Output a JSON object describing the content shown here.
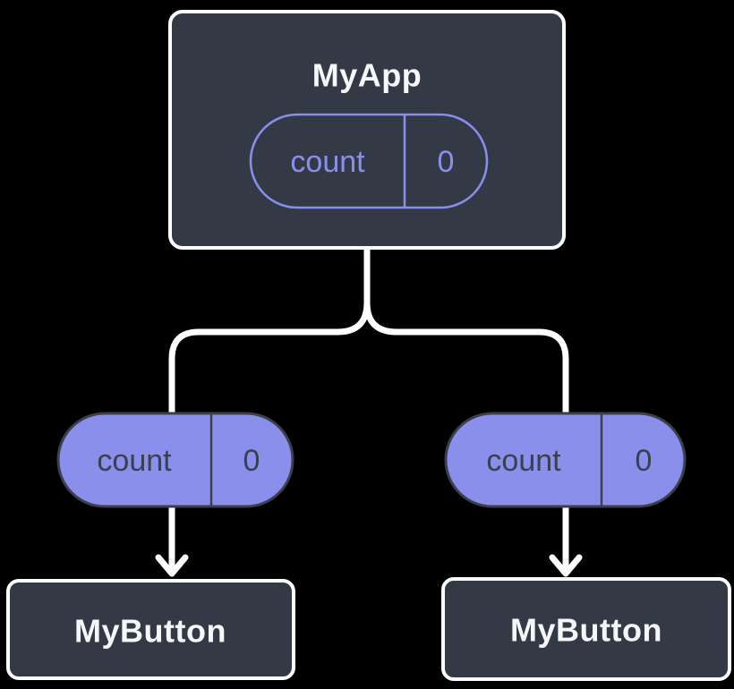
{
  "background": "#000000",
  "colors": {
    "node_fill": "#333a46",
    "node_border": "#ffffff",
    "node_title": "#f6f7f9",
    "state_purple": "#8a8fee",
    "pill_fill": "#8a8fec",
    "pill_dark": "#3a404c",
    "connector": "#ffffff"
  },
  "tree": {
    "root": {
      "title": "MyApp",
      "state": {
        "name": "count",
        "value": "0"
      }
    },
    "children": [
      {
        "prop_name": "count",
        "prop_value": "0",
        "title": "MyButton"
      },
      {
        "prop_name": "count",
        "prop_value": "0",
        "title": "MyButton"
      }
    ]
  }
}
